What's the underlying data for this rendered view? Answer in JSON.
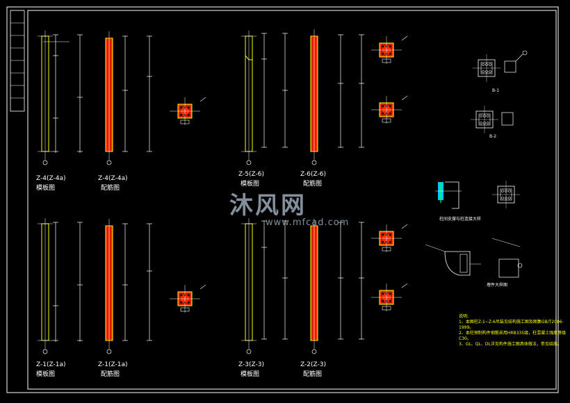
{
  "drawing": {
    "watermark": {
      "cn": "沐风网",
      "en": "www.mfcad.com"
    },
    "colors": {
      "background": "#000000",
      "frame": "#ffffff",
      "column_fill": "#ff2a00",
      "column_outline": "#ffff00",
      "dim": "#ffffff",
      "accent": "#00c8ff",
      "note": "#ffff00"
    },
    "views": [
      {
        "id": "z4-template",
        "title": "Z-4(Z-4a)",
        "subtitle": "模板图"
      },
      {
        "id": "z4-rebar",
        "title": "Z-4(Z-4a)",
        "subtitle": "配筋图"
      },
      {
        "id": "z5-template",
        "title": "Z-5(Z-6)",
        "subtitle": "模板图"
      },
      {
        "id": "z5-rebar",
        "title": "Z-6(Z-6)",
        "subtitle": "配筋图"
      },
      {
        "id": "z1-template",
        "title": "Z-1(Z-1a)",
        "subtitle": "模板图"
      },
      {
        "id": "z1-rebar",
        "title": "Z-1(Z-1a)",
        "subtitle": "配筋图"
      },
      {
        "id": "z3-template",
        "title": "Z-3(Z-3)",
        "subtitle": "模板图"
      },
      {
        "id": "z2-rebar",
        "title": "Z-2(Z-3)",
        "subtitle": "配筋图"
      }
    ],
    "details": {
      "bracket_caption": "柱间支撑与柱连接大样",
      "embed_caption": "埋件大样图",
      "b1": "B-1",
      "b2": "B-2"
    },
    "notes": {
      "heading": "说明:",
      "line1": "1、本图柱Z-1~Z-6吊装见结构施工图及图集GB/T2006-1999。",
      "line2": "2、本柱预制构件钢筋采用HRB335级，柱混凝土强度等级C30。",
      "line3": "3、GL、QL、DL详见构件施工图具体做法，参见结施。"
    }
  }
}
